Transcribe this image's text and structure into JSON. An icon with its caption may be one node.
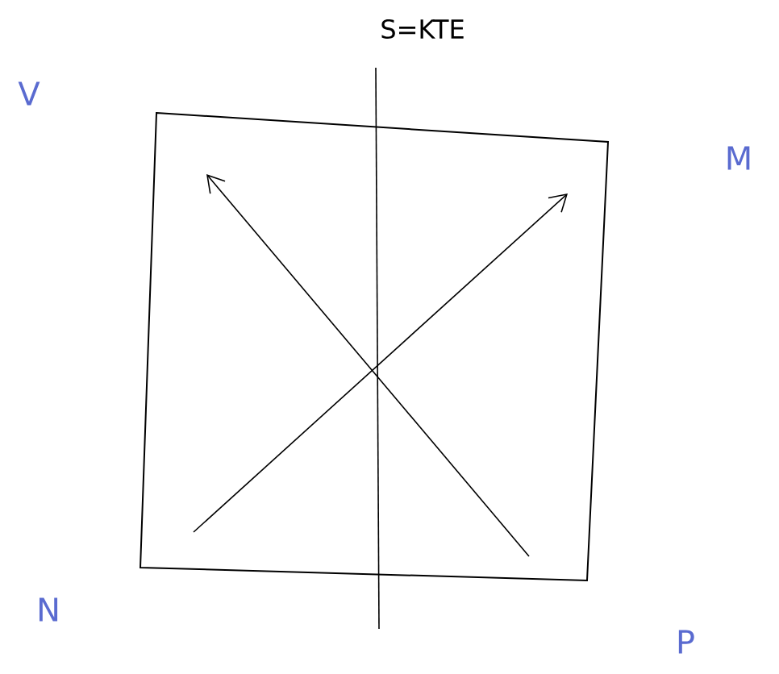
{
  "diagram": {
    "labels": [
      "S=KTE",
      "V",
      "M",
      "N",
      "P"
    ]
  }
}
